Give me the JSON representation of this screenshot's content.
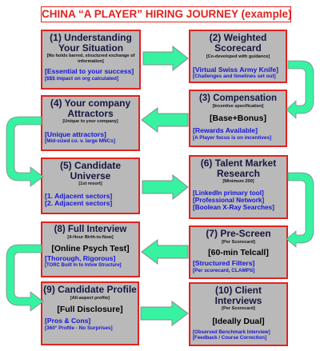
{
  "title": "CHINA “A PLAYER” HIRING JOURNEY (example)",
  "colors": {
    "border": "#e0231f",
    "box_fill": "#b9b9b9",
    "arrow_fill": "#37f2a1",
    "heading": "#161640",
    "bullet": "#1515d6"
  },
  "steps": [
    {
      "heading": "(1)  Understanding Your Situation",
      "subtitle": "[No holds barred, structured exchange of information]",
      "bullet1": "[Essential to your success]",
      "bullet2": "[$$$ impact on org calculated]"
    },
    {
      "heading": "(2) Weighted Scorecard",
      "subtitle": "[Co-developed with guidance]",
      "bullet1": "[Virtual Swiss Army Knife]",
      "bullet2": "[Challenges and timelines set out]"
    },
    {
      "heading": "(3) Compensation",
      "subtitle": "[Incentive specification]",
      "middle": "[Base+Bonus]",
      "bullet1": "[Rewards Available]",
      "bullet2": "[A Player focus is on incentives]"
    },
    {
      "heading": "(4) Your company Attractors",
      "subtitle": "[Unique to your company]",
      "bullet1": "[Unique attractors]",
      "bullet2": "[Mid-sized co. v. large MNCs]"
    },
    {
      "heading": "(5) Candidate Universe",
      "subtitle": "[1st resort]",
      "bullet1": "[1. Adjacent sectors]",
      "bullet2": "[2. Adjacent sectors]"
    },
    {
      "heading": "(6) Talent Market Research",
      "subtitle": "[Minimum 200]",
      "bullet1": "[LinkedIn primary tool]",
      "bullet2": "[Professional Network]",
      "bullet3": "[Boolean X-Ray Searches]"
    },
    {
      "heading": "(7) Pre-Screen",
      "subtitle": "[Per Scorecard]",
      "middle": "[60-min Telcall]",
      "bullet1": "[Structured Filters]",
      "bullet2": "[Per scorecard, CLAMPS]"
    },
    {
      "heading": "(8) Full Interview",
      "subtitle": "[4-Hour Birth-to-Now]",
      "middle": "[Online Psych Test]",
      "bullet1": "[Thorough, Rigorous]",
      "bullet2": "[TORC Built In to Intvw Structure]"
    },
    {
      "heading": "(9) Candidate Profile",
      "subtitle": "[All-aspect profile]",
      "middle": "[Full Disclosure]",
      "bullet1": "[Pros & Cons]",
      "bullet2": "[360° Profile - No Surprises]"
    },
    {
      "heading": "(10) Client Interviews",
      "subtitle": "[Per Scorecard]",
      "middle": "[Ideally Dual]",
      "bullet1": "[Observed Benchmark Interview]",
      "bullet2": "[Feedback / Course Correction]"
    }
  ]
}
